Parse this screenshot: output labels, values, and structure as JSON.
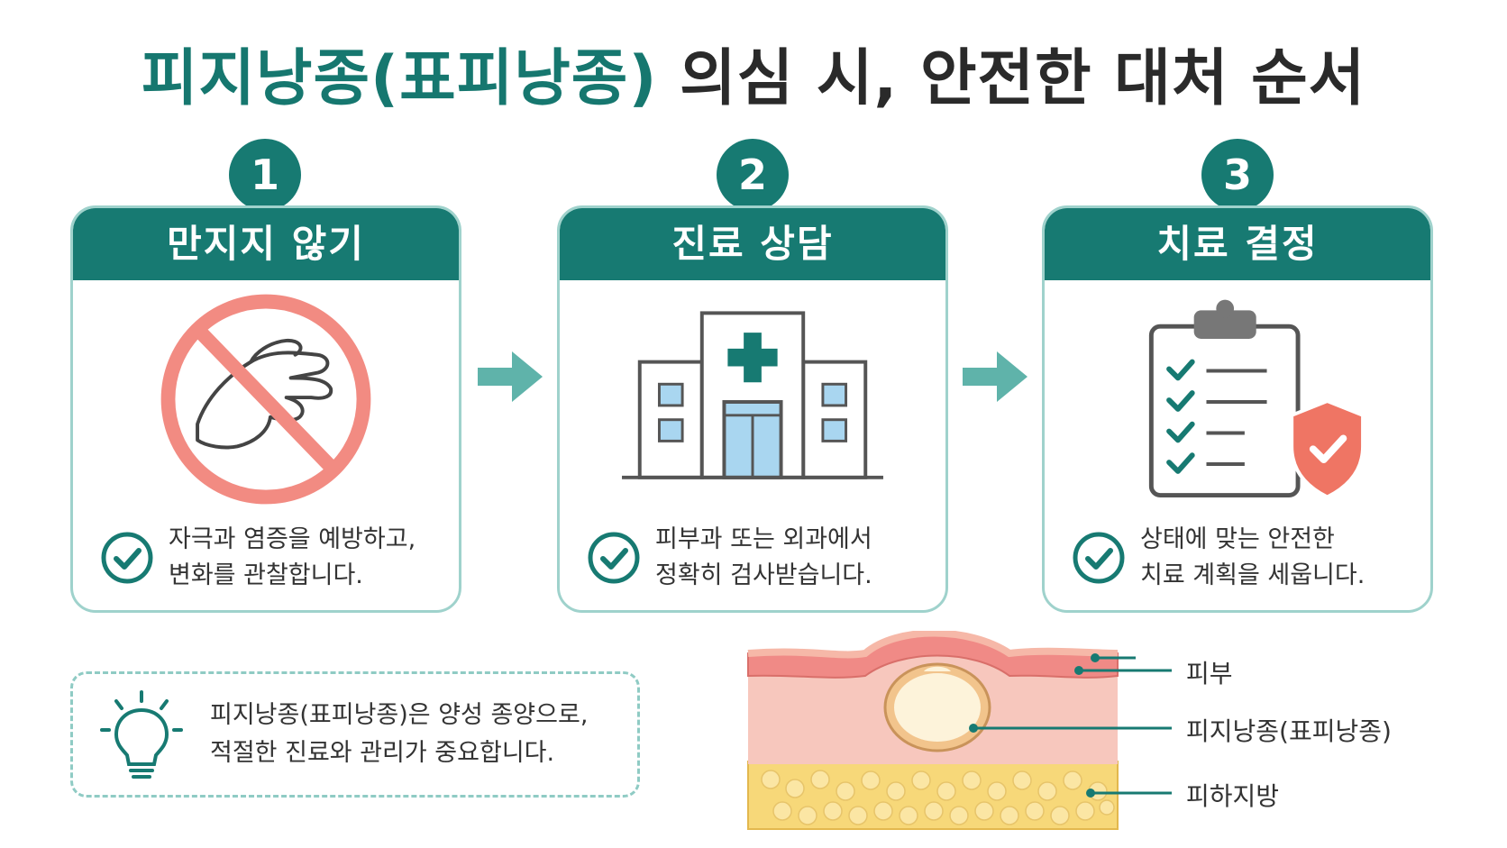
{
  "title": {
    "highlight": "피지낭종(표피낭종)",
    "rest": " 의심 시, 안전한 대처 순서"
  },
  "steps": [
    {
      "number": "1",
      "heading": "만지지 않기",
      "text_line1": "자극과 염증을 예방하고,",
      "text_line2": "변화를 관찰합니다."
    },
    {
      "number": "2",
      "heading": "진료 상담",
      "text_line1": "피부과 또는 외과에서",
      "text_line2": "정확히 검사받습니다."
    },
    {
      "number": "3",
      "heading": "치료 결정",
      "text_line1": "상태에 맞는 안전한",
      "text_line2": "치료 계획을 세웁니다."
    }
  ],
  "tip": {
    "line1": "피지낭종(표피낭종)은 양성 종양으로,",
    "line2": "적절한 진료와 관리가 중요합니다."
  },
  "diagram_labels": {
    "skin": "피부",
    "cyst": "피지낭종(표피낭종)",
    "fat": "피하지방"
  },
  "icons": [
    "no-touch-hand-icon",
    "hospital-icon",
    "clipboard-checklist-icon",
    "shield-check-icon",
    "check-circle-icon",
    "arrow-right-icon",
    "lightbulb-icon"
  ],
  "colors": {
    "primary": "#177a72",
    "border": "#9fd2cc",
    "prohibit": "#f28b82",
    "shield": "#ef7564",
    "skin": "#f2a9a0",
    "fat": "#f7d879"
  }
}
